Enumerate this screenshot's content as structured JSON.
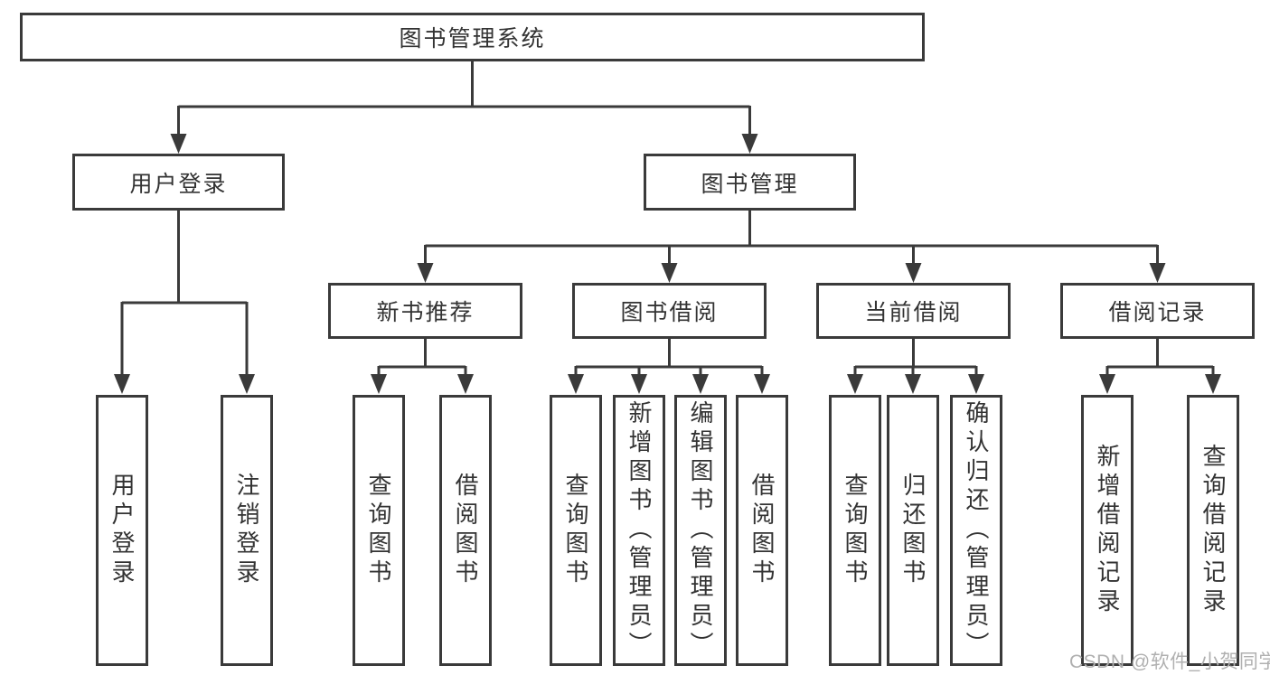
{
  "tree": {
    "root": "图书管理系统",
    "branches": [
      {
        "label": "用户登录",
        "children": [
          "用户登录",
          "注销登录"
        ]
      },
      {
        "label": "图书管理",
        "sections": [
          {
            "label": "新书推荐",
            "children": [
              "查询图书",
              "借阅图书"
            ]
          },
          {
            "label": "图书借阅",
            "children": [
              "查询图书",
              "新增图书（管理员）",
              "编辑图书（管理员）",
              "借阅图书"
            ]
          },
          {
            "label": "当前借阅",
            "children": [
              "查询图书",
              "归还图书",
              "确认归还（管理员）"
            ]
          },
          {
            "label": "借阅记录",
            "children": [
              "新增借阅记录",
              "查询借阅记录"
            ]
          }
        ]
      }
    ]
  },
  "watermark": "CSDN @软件_小贺同学",
  "colors": {
    "line": "#3a3a3a",
    "text": "#333333",
    "box_bg": "#ffffff",
    "watermark": "#b0b0b0"
  }
}
